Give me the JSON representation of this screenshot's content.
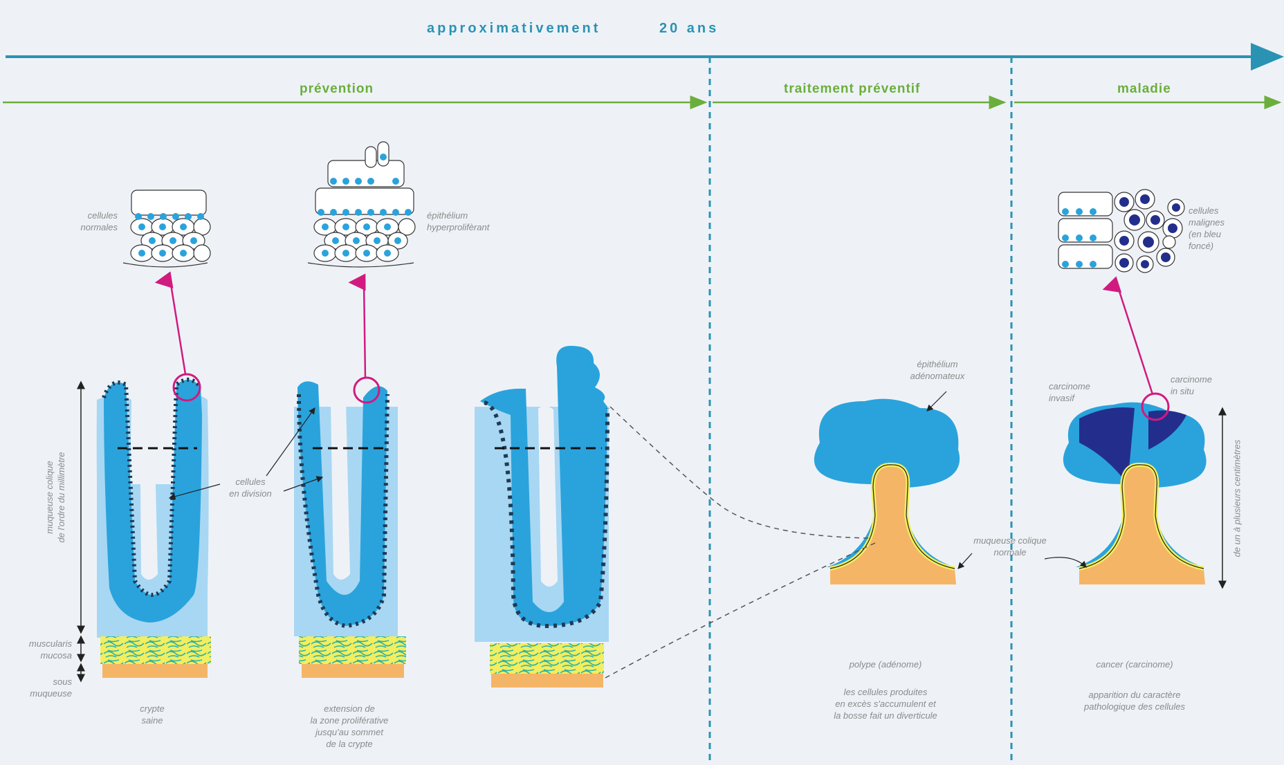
{
  "timeline": {
    "label": "approximativement",
    "duration": "20 ans"
  },
  "phases": [
    "prévention",
    "traitement préventif",
    "maladie"
  ],
  "colors": {
    "timeline": "#2a93b3",
    "phase": "#6cae3c",
    "epithelium": "#2aa3dc",
    "mucosa": "#a8d7f3",
    "submucosa": "#f5b567",
    "muscularis": "#f2ee5f",
    "fibers": "#2bb3a9",
    "nuclei": "#1f5a80",
    "malignant": "#232e8c",
    "arrow": "#d11a7f",
    "label": "#8a8a8a"
  },
  "labels": {
    "cells_normal": [
      "cellules",
      "normales"
    ],
    "epithelium_hyper": [
      "épithélium",
      "hyperprolifèrant"
    ],
    "cells_malignant": [
      "cellules",
      "malignes",
      "(en bleu",
      "foncé)"
    ],
    "mucosa_axis": [
      "muqueuse colique",
      "de l'ordre du millimètre"
    ],
    "muscularis": [
      "muscularis",
      "mucosa"
    ],
    "submucosa": [
      "sous",
      "muqueuse"
    ],
    "cells_division": [
      "cellules",
      "en division"
    ],
    "epithelium_adenomatous": [
      "épithélium",
      "adénomateux"
    ],
    "normal_mucosa": [
      "muqueuse colique",
      "normale"
    ],
    "carcinoma_invasive": [
      "carcinome",
      "invasif"
    ],
    "carcinoma_in_situ": [
      "carcinome",
      "in situ"
    ],
    "size_axis": "de un à plusieurs centimètres"
  },
  "captions": {
    "crypt": [
      "crypte",
      "saine"
    ],
    "extension": [
      "extension de",
      "la zone proliférative",
      "jusqu'au sommet",
      "de la crypte"
    ],
    "polyp_title": "polype (adénome)",
    "polyp": [
      "les cellules produites",
      "en excès s'accumulent et",
      "la bosse fait un diverticule"
    ],
    "cancer_title": "cancer (carcinome)",
    "cancer": [
      "apparition du caractère",
      "pathologique des cellules"
    ]
  }
}
